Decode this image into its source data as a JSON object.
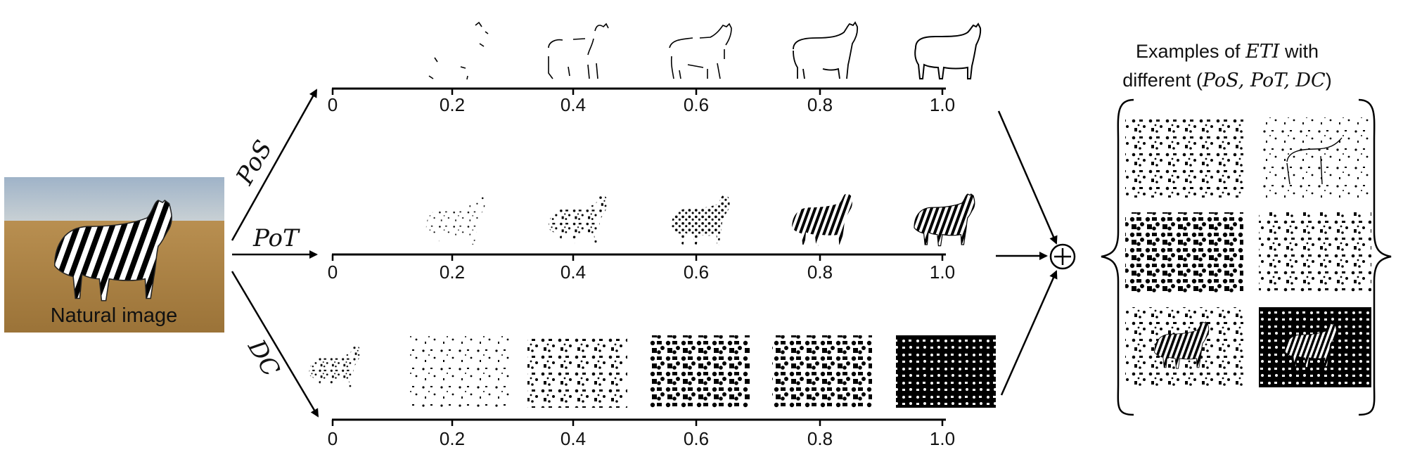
{
  "natural_image": {
    "label": "Natural image"
  },
  "branches": {
    "pos": {
      "label": "PoS"
    },
    "pot": {
      "label": "PoT"
    },
    "dc": {
      "label": "DC"
    }
  },
  "axis": {
    "ticks": [
      "0",
      "0.2",
      "0.4",
      "0.6",
      "0.8",
      "1.0"
    ]
  },
  "combine": {
    "symbol": "+"
  },
  "examples": {
    "caption_prefix": "Examples of",
    "caption_eti": "ETI",
    "caption_with": "with",
    "caption_line2_prefix": "different (",
    "caption_line2_vars": "PoS, PoT, DC",
    "caption_line2_suffix": ")"
  },
  "colors": {
    "line": "#000000",
    "sky": "#a9b9c9",
    "grass": "#b18a4d"
  }
}
